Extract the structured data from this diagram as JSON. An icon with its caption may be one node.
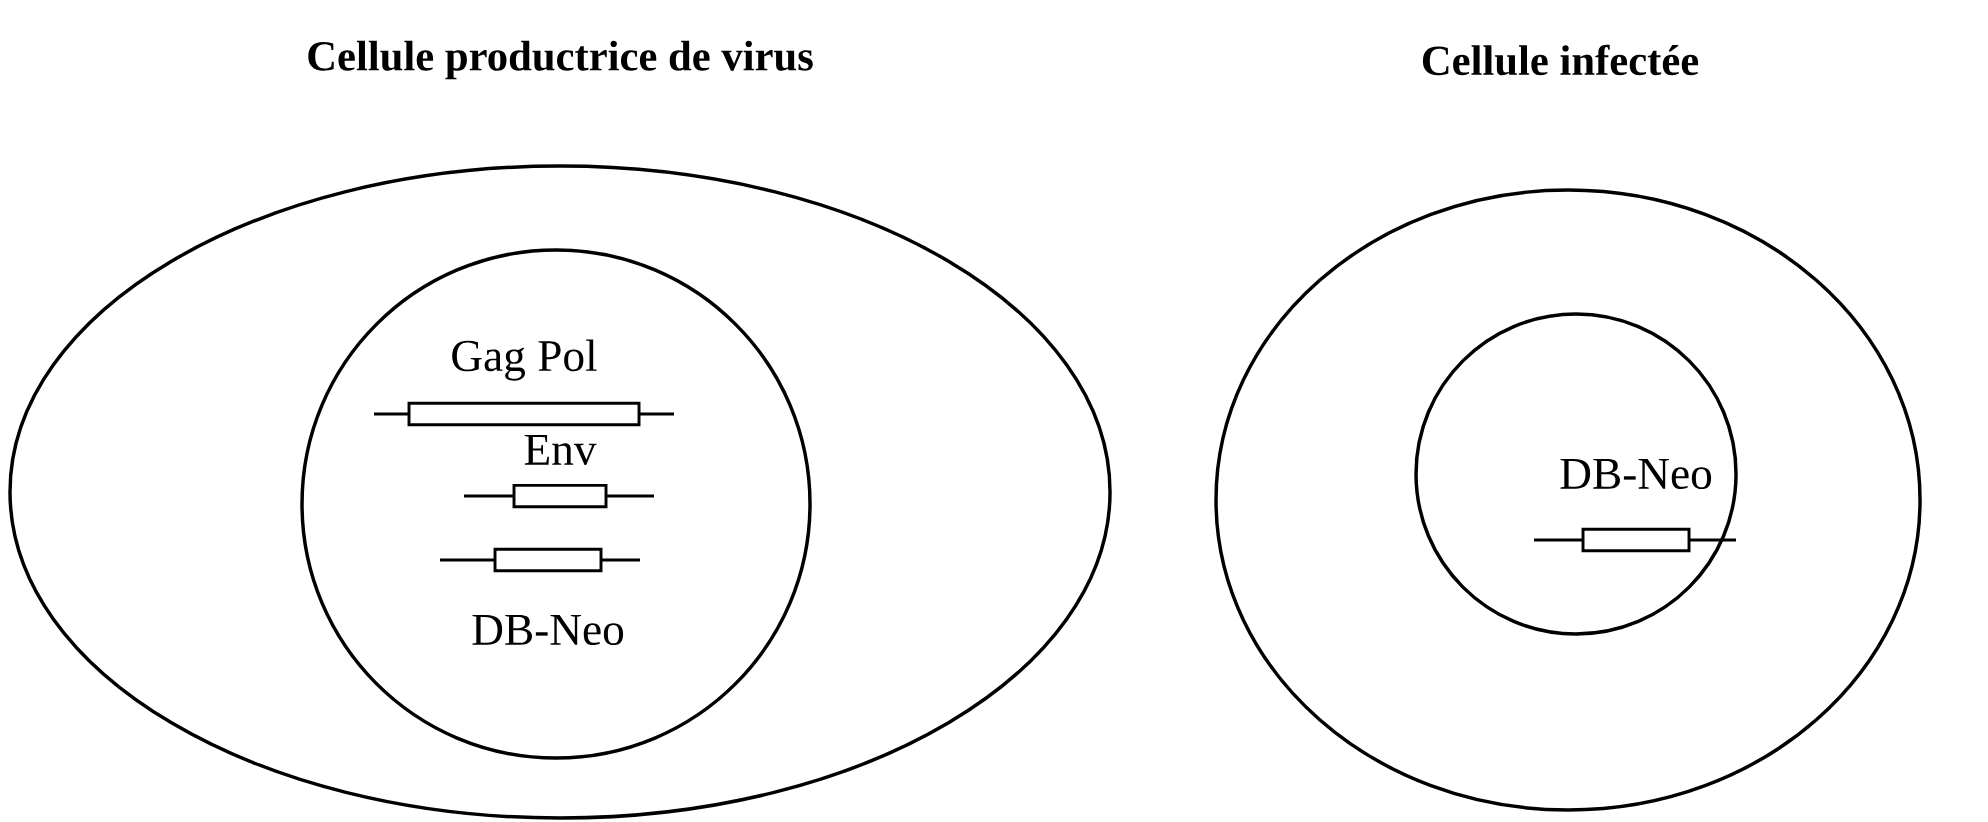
{
  "diagram": {
    "nodes": [
      {
        "text": [
          "Cellule productrice de virus"
        ]
      },
      {
        "text": [],
        "shape": "circle",
        "in": 0
      },
      {
        "text": [
          "Gag Pol"
        ],
        "in": 1
      },
      {
        "text": [
          "Env"
        ],
        "in": 1
      },
      {
        "text": [
          "DB-Neo"
        ],
        "in": 1
      },
      {
        "text": [
          "Cellule infectée"
        ]
      },
      {
        "text": [],
        "shape": "circle",
        "in": 5
      },
      {
        "text": [
          "DB-Neo"
        ],
        "in": 6
      }
    ]
  }
}
